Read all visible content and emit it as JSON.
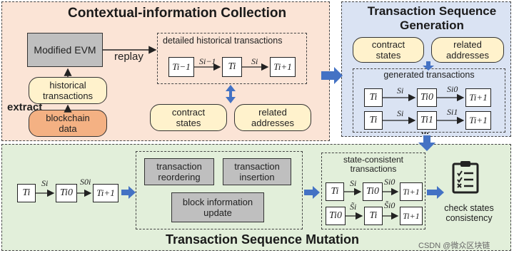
{
  "collection": {
    "title": "Contextual-information Collection",
    "evm": "Modified EVM",
    "replay": "replay",
    "historical": "historical transactions",
    "extract": "extract",
    "blockchain": "blockchain data",
    "detailed_title": "detailed historical transactions",
    "t_prev": "Ti−1",
    "s_prev": "Si−1",
    "t_i": "Ti",
    "s_i": "Si",
    "t_next": "Ti+1",
    "contract_states": "contract states",
    "related_addresses": "related addresses"
  },
  "generation": {
    "title": "Transaction Sequence Generation",
    "contract_states": "contract states",
    "related_addresses": "related addresses",
    "generated_title": "generated transactions",
    "row1": [
      "Ti",
      "Si",
      "Ti0",
      "Si0",
      "Ti+1"
    ],
    "row2": [
      "Ti",
      "Si",
      "Ti1",
      "Si1",
      "Ti+1"
    ],
    "dots": "..."
  },
  "mutation": {
    "title": "Transaction Sequence Mutation",
    "chain": [
      "Ti",
      "Si",
      "Ti0",
      "S0i",
      "Ti+1"
    ],
    "reordering": "transaction reordering",
    "insertion": "transaction insertion",
    "block_info": "block information update",
    "consistent_title": "state-consistent transactions",
    "c_row1": [
      "Ti",
      "Si",
      "Ti0",
      "Si0",
      "Ti+1"
    ],
    "c_row2": [
      "Ti0",
      "S̃i",
      "Ti",
      "S̃i0",
      "Ti+1"
    ],
    "check": "check states consistency",
    "watermark": "CSDN @微众区块链"
  },
  "colors": {
    "collection_bg": "#fbe4d6",
    "generation_bg": "#dae3f3",
    "mutation_bg": "#e2efda",
    "pill_bg": "#fff2cc",
    "blockchain_bg": "#f4b183",
    "evm_bg": "#bfbfbf",
    "arrow_blue": "#4472c4"
  }
}
